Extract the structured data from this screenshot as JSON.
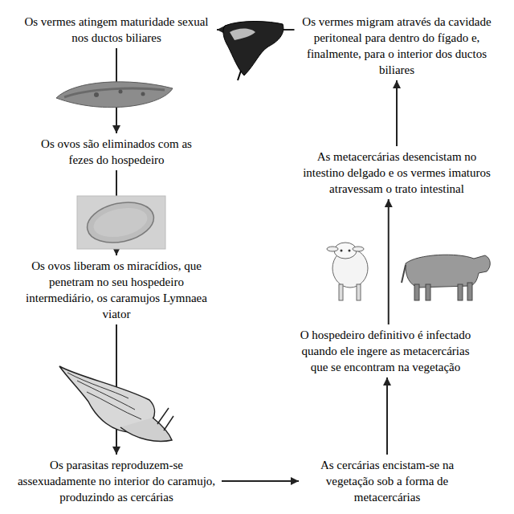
{
  "diagram": {
    "nodes": [
      {
        "text": [
          "Os vermes atingem maturidade sexual nos ductos biliares"
        ]
      },
      {
        "text": [
          "Os vermes migram através da cavidade peritoneal para dentro do fígado e, finalmente, para o interior dos ductos biliares"
        ]
      },
      {
        "text": [
          "Os ovos são eliminados com as fezes do hospedeiro"
        ]
      },
      {
        "text": [
          "As metacercárias desencistam no intestino delgado e os vermes imaturos atravessam o trato intestinal"
        ]
      },
      {
        "text": [
          "Os ovos liberam os miracídios, que penetram no seu hospedeiro intermediário, os caramujos Lymnaea viator"
        ]
      },
      {
        "text": [
          "O hospedeiro definitivo é infectado quando ele ingere as metacercárias que se encontram na vegetação"
        ]
      },
      {
        "text": [
          "Os parasitas reproduzem-se assexuadamente no interior do caramujo, produzindo as cercárias"
        ]
      },
      {
        "text": [
          "As cercárias encistam-se na vegetação sob a forma de metacercárias"
        ]
      }
    ],
    "edges": [
      {
        "from": 0,
        "to": 2,
        "arrow": "to"
      },
      {
        "from": 2,
        "to": 4,
        "arrow": "to"
      },
      {
        "from": 4,
        "to": 6,
        "arrow": "to"
      },
      {
        "from": 6,
        "to": 7,
        "arrow": "to"
      },
      {
        "from": 7,
        "to": 5,
        "arrow": "to"
      },
      {
        "from": 5,
        "to": 3,
        "arrow": "to"
      },
      {
        "from": 3,
        "to": 1,
        "arrow": "to"
      },
      {
        "from": 1,
        "to": 0,
        "arrow": "to"
      }
    ]
  }
}
